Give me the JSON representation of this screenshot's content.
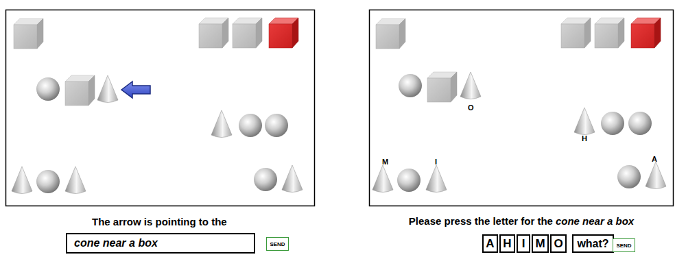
{
  "diagram": {
    "nodes": [
      {
        "text": [
          "cone near a box"
        ]
      },
      {
        "text": [
          "SEND"
        ]
      },
      {
        "text": [
          "A"
        ]
      },
      {
        "text": [
          "H"
        ]
      },
      {
        "text": [
          "I"
        ]
      },
      {
        "text": [
          "M"
        ]
      },
      {
        "text": [
          "O"
        ]
      },
      {
        "text": [
          "what?"
        ]
      },
      {
        "text": [
          "SEND"
        ]
      }
    ],
    "labels": [
      "O",
      "H",
      "M",
      "I",
      "A",
      "The arrow is pointing to the",
      "Please press the letter for the",
      "cone near a box"
    ]
  }
}
